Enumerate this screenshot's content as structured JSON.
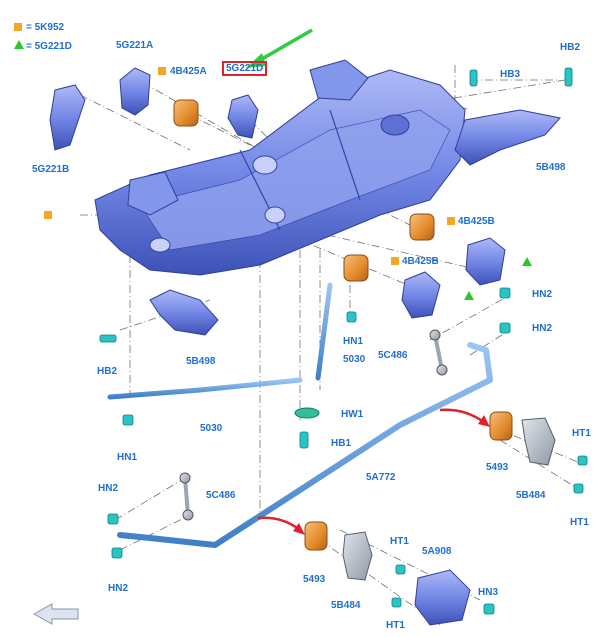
{
  "legend": {
    "square": {
      "text": "= 5K952",
      "color": "#f5a623"
    },
    "triangle": {
      "text": "= 5G221D",
      "color": "#2cc52c"
    }
  },
  "colors": {
    "label": "#1f6fd1",
    "frame": "#6f86e8",
    "frame_dark": "#3b4fb8",
    "bushing": "#e8902e",
    "bar": "#4a90d9",
    "fastener": "#29c4c4",
    "highlight_box": "#e0202a",
    "arrow_green": "#2ecc40",
    "arrow_red": "#e0202a",
    "marker_square": "#f5a623",
    "marker_triangle": "#2cc52c"
  },
  "icons": {
    "nav_arrow": "left-arrow-icon",
    "pointer": "green-pointer-arrow-icon"
  },
  "labels": {
    "l_5g221a": "5G221A",
    "l_4b425a": "4B425A",
    "l_5g221d": "5G221D",
    "l_hb2_top": "HB2",
    "l_hb3": "HB3",
    "l_5g221b": "5G221B",
    "l_5b498_right": "5B498",
    "l_4b425b_r": "4B425B",
    "l_4b425b_m": "4B425B",
    "l_hn2_r1": "HN2",
    "l_hn2_r2": "HN2",
    "l_hn1_mid": "HN1",
    "l_5030_mid": "5030",
    "l_5c486_mid": "5C486",
    "l_5b498_left": "5B498",
    "l_hb2_left": "HB2",
    "l_hw1": "HW1",
    "l_5030_low": "5030",
    "l_hb1": "HB1",
    "l_hn1_left": "HN1",
    "l_5a772": "5A772",
    "l_ht1_r": "HT1",
    "l_5493_r": "5493",
    "l_5b484_r": "5B484",
    "l_ht1_r2": "HT1",
    "l_hn2_ll": "HN2",
    "l_5c486_ll": "5C486",
    "l_hn2_bl": "HN2",
    "l_ht1_b": "HT1",
    "l_5a908": "5A908",
    "l_5493_b": "5493",
    "l_5b484_b": "5B484",
    "l_hn3": "HN3",
    "l_ht1_bb": "HT1"
  }
}
